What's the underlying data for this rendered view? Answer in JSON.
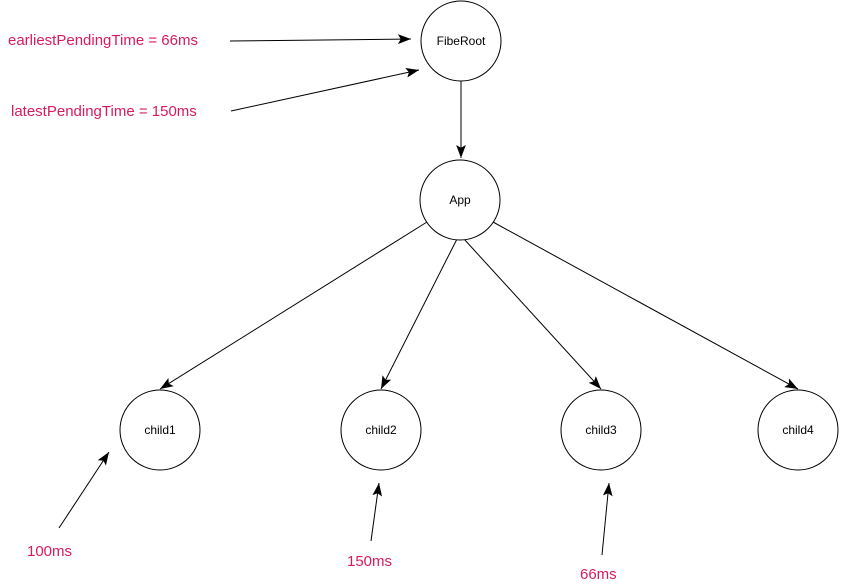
{
  "diagram": {
    "nodes": [
      {
        "id": "fiberoot",
        "label": "FibeRoot"
      },
      {
        "id": "app",
        "label": "App"
      },
      {
        "id": "child1",
        "label": "child1"
      },
      {
        "id": "child2",
        "label": "child2"
      },
      {
        "id": "child3",
        "label": "child3"
      },
      {
        "id": "child4",
        "label": "child4"
      }
    ],
    "annotations": [
      {
        "id": "earliest-pending",
        "label": "earliestPendingTime = 66ms"
      },
      {
        "id": "latest-pending",
        "label": "latestPendingTime = 150ms"
      },
      {
        "id": "child1-time",
        "label": "100ms"
      },
      {
        "id": "child2-time",
        "label": "150ms"
      },
      {
        "id": "child3-time",
        "label": "66ms"
      }
    ],
    "colors": {
      "annotation_text": "#d81b60",
      "line": "#000000",
      "node_fill": "#ffffff",
      "node_stroke": "#000000"
    }
  }
}
